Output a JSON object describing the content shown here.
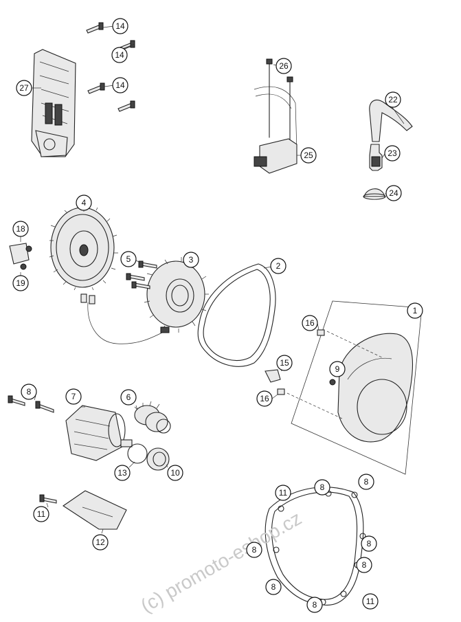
{
  "watermark": "(c) promoto-eshop.cz",
  "callouts": [
    "14",
    "14",
    "14",
    "27",
    "26",
    "22",
    "25",
    "23",
    "24",
    "4",
    "18",
    "19",
    "5",
    "3",
    "2",
    "1",
    "16",
    "9",
    "15",
    "16",
    "8",
    "7",
    "6",
    "13",
    "10",
    "11",
    "12",
    "11",
    "8",
    "8",
    "8",
    "8",
    "8",
    "8",
    "8",
    "11"
  ]
}
